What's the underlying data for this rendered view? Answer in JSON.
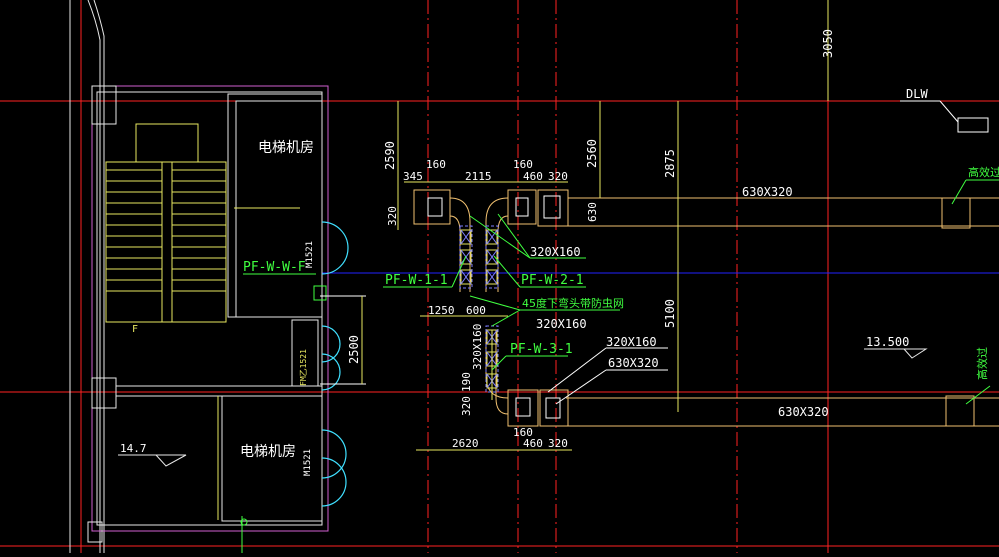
{
  "colors": {
    "background": "#000000",
    "axis_red": "#ff2222",
    "wall_white": "#e8e8e8",
    "wall_magenta": "#d060d0",
    "dim_yellow": "#e8e860",
    "dim_white": "#ffffff",
    "duct_tan": "#f0c070",
    "label_green": "#40ff40",
    "door_cyan": "#40e0ff",
    "section_blue": "#2222ff",
    "damper_violet": "#8080ff",
    "stair_yellow": "#e8e860"
  },
  "labels": {
    "elevator_room_top": "电梯机房",
    "elevator_room_bottom": "电梯机房",
    "door_m1521_a": "M1521",
    "door_m1521_b": "M1521",
    "door_fm": "FM乙1521",
    "pf_w_w_f": "PF-W-W-F",
    "pf_w_1_1": "PF-W-1-1",
    "pf_w_2_1": "PF-W-2-1",
    "pf_w_3_1": "PF-W-3-1",
    "elbow_note": "45度下弯头带防虫网",
    "duct_320x160_a": "320X160",
    "duct_320x160_b": "320X160",
    "duct_320x160_c": "320X160",
    "duct_320x160_vertical": "320X160",
    "duct_630x320_a": "630X320",
    "duct_630x320_b": "630X320",
    "duct_630x320_c": "630X320",
    "dlw": "DLW",
    "level_13500": "13.500",
    "level_147": "14.7",
    "high_eff_a": "高效过",
    "high_eff_b": "高效过",
    "stair_mark": "F"
  },
  "dimensions": {
    "d3050": "3050",
    "d2590": "2590",
    "d2560": "2560",
    "d2875": "2875",
    "d5100": "5100",
    "d2500": "2500",
    "d160_a": "160",
    "d345": "345",
    "d2115": "2115",
    "d160_b": "160",
    "d460_a": "460",
    "d320_a": "320",
    "d320_left": "320",
    "d630": "630",
    "d1250": "1250",
    "d600": "600",
    "d320_b": "320",
    "d190": "190",
    "d160_c": "160",
    "d2620": "2620",
    "d460_b": "460",
    "d320_c": "320"
  }
}
